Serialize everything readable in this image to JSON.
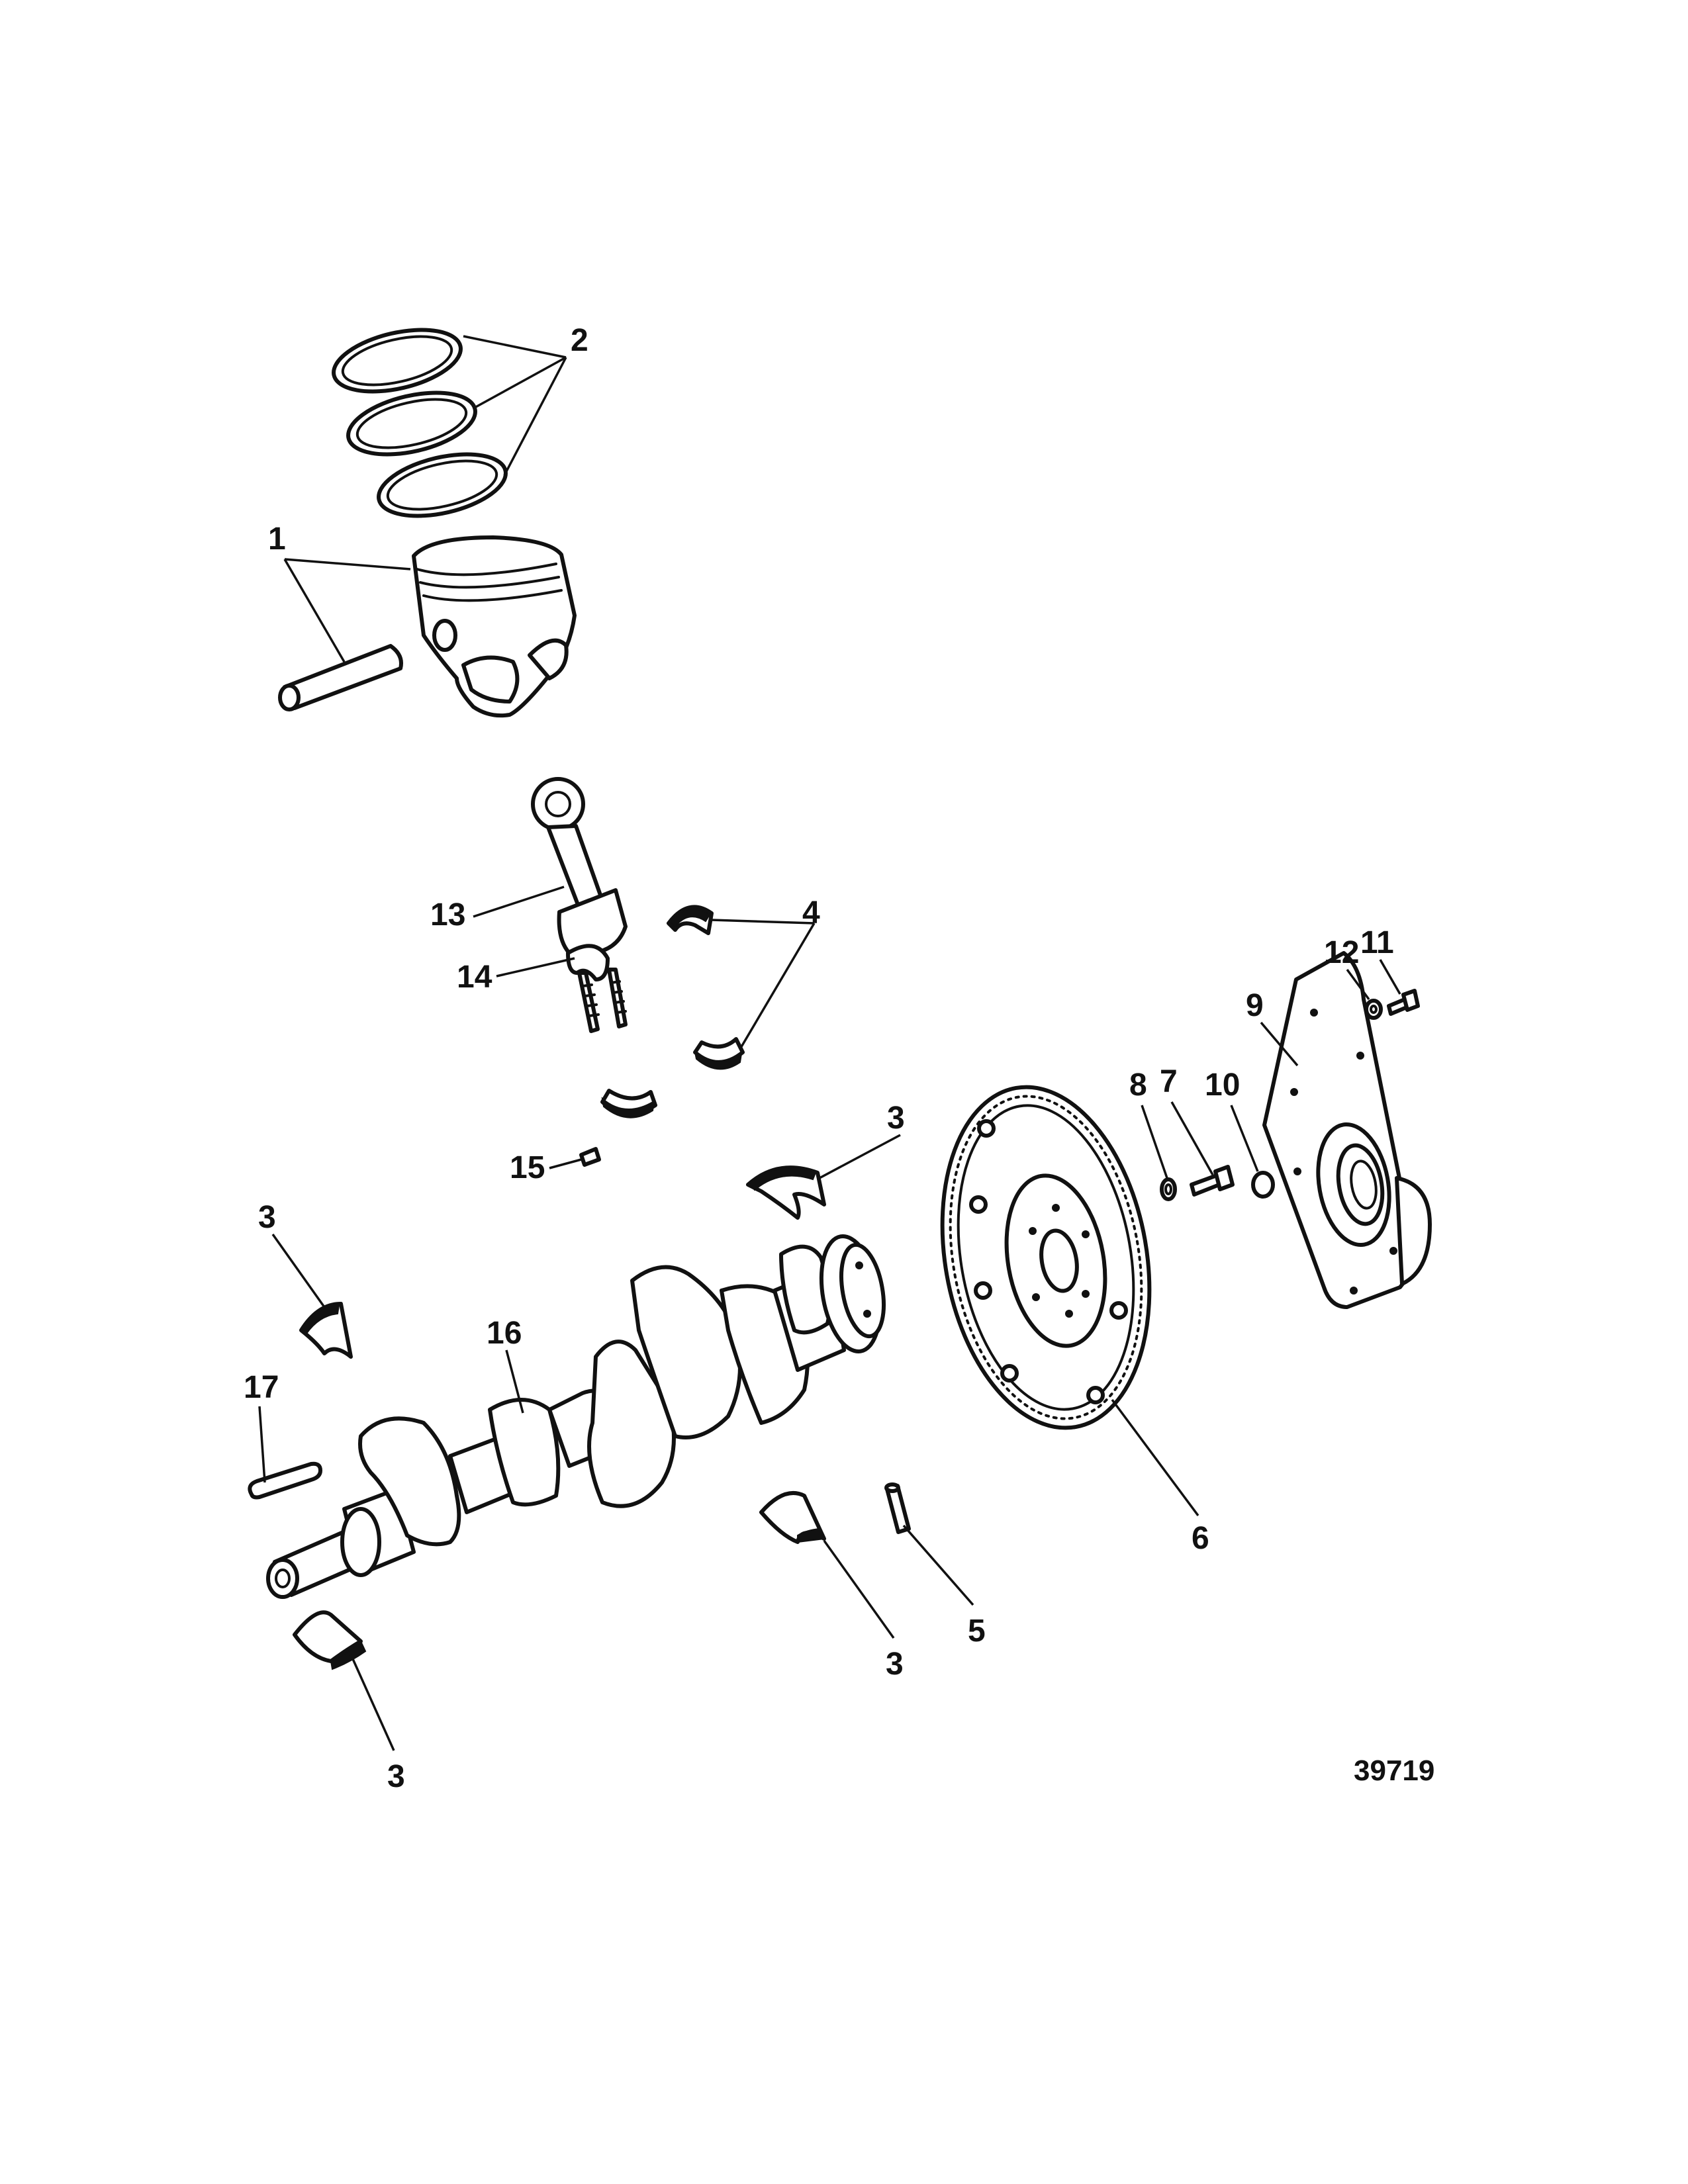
{
  "diagram": {
    "figure_number": "39719",
    "callouts": [
      {
        "id": "c1",
        "text": "1"
      },
      {
        "id": "c2",
        "text": "2"
      },
      {
        "id": "c3a",
        "text": "3"
      },
      {
        "id": "c3b",
        "text": "3"
      },
      {
        "id": "c3c",
        "text": "3"
      },
      {
        "id": "c3d",
        "text": "3"
      },
      {
        "id": "c4",
        "text": "4"
      },
      {
        "id": "c5",
        "text": "5"
      },
      {
        "id": "c6",
        "text": "6"
      },
      {
        "id": "c7",
        "text": "7"
      },
      {
        "id": "c8",
        "text": "8"
      },
      {
        "id": "c9",
        "text": "9"
      },
      {
        "id": "c10",
        "text": "10"
      },
      {
        "id": "c11",
        "text": "11"
      },
      {
        "id": "c12",
        "text": "12"
      },
      {
        "id": "c13",
        "text": "13"
      },
      {
        "id": "c14",
        "text": "14"
      },
      {
        "id": "c15",
        "text": "15"
      },
      {
        "id": "c16",
        "text": "16"
      },
      {
        "id": "c17",
        "text": "17"
      }
    ]
  }
}
